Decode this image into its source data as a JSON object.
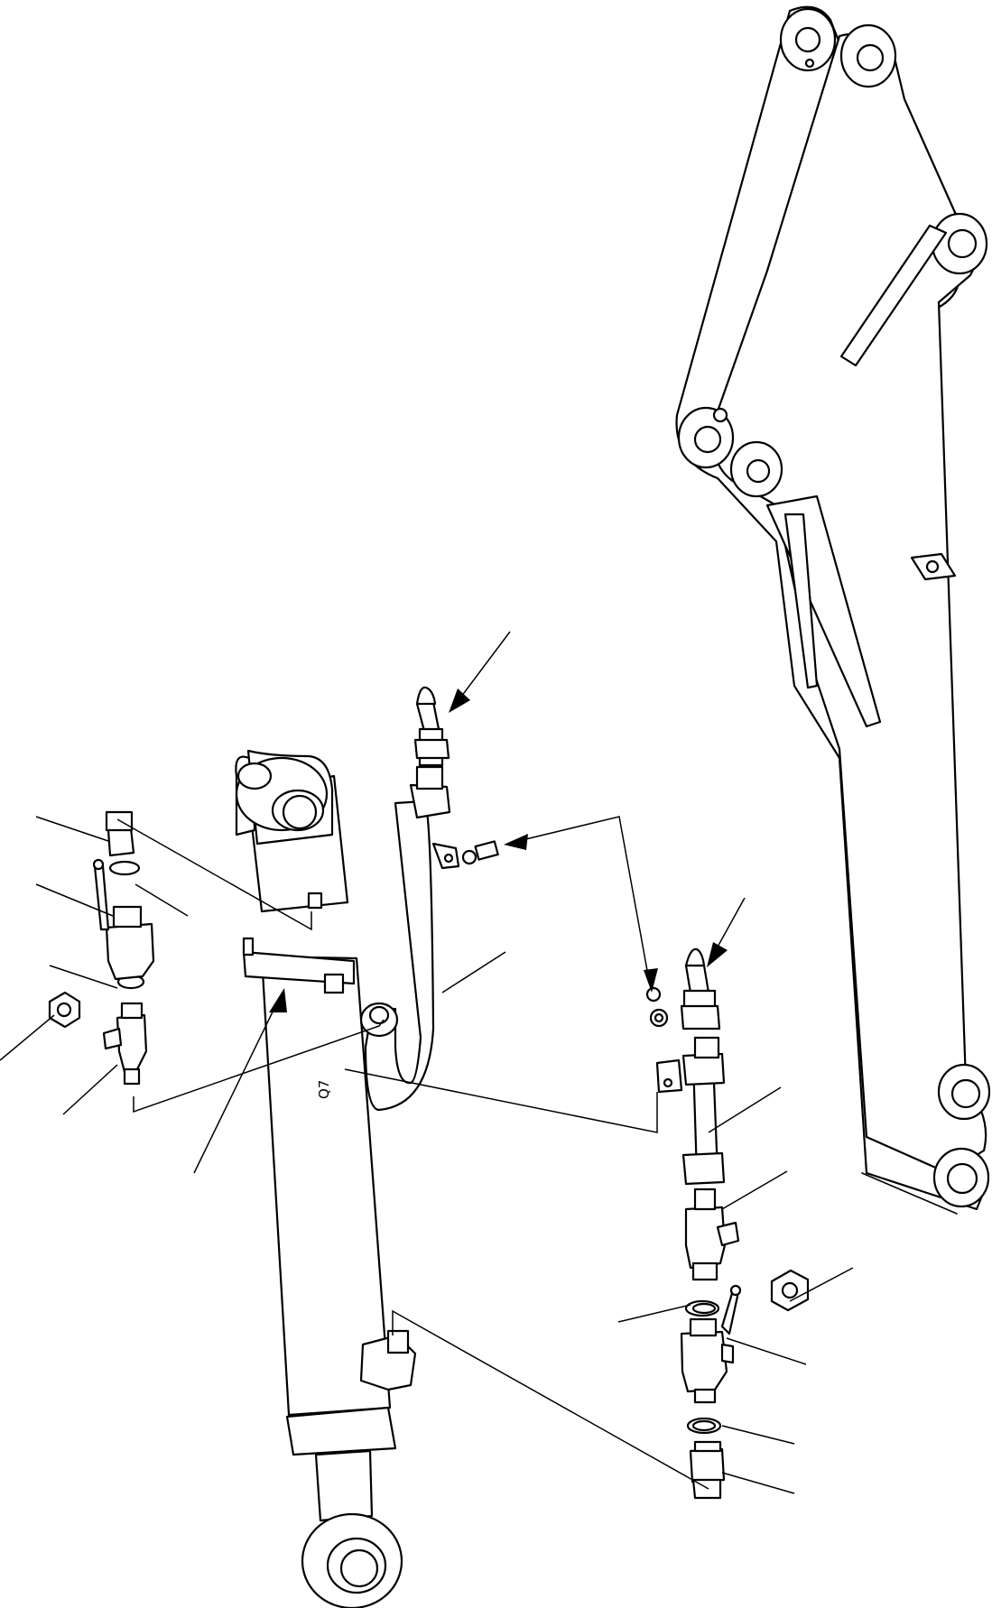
{
  "diagram": {
    "stamp_text": "Q7",
    "colors": {
      "line": "#000000",
      "background": "#ffffff"
    },
    "parts": [
      "boom-arm",
      "boom-cylinder",
      "pipe-left",
      "pipe-right",
      "clamp-band",
      "valve-left",
      "valve-right",
      "tee-left",
      "tee-right",
      "fitting-top-left",
      "fitting-bottom-right",
      "nut-left",
      "nut-right",
      "o-rings",
      "bolts-washers",
      "hose-end-left",
      "hose-end-right"
    ]
  }
}
